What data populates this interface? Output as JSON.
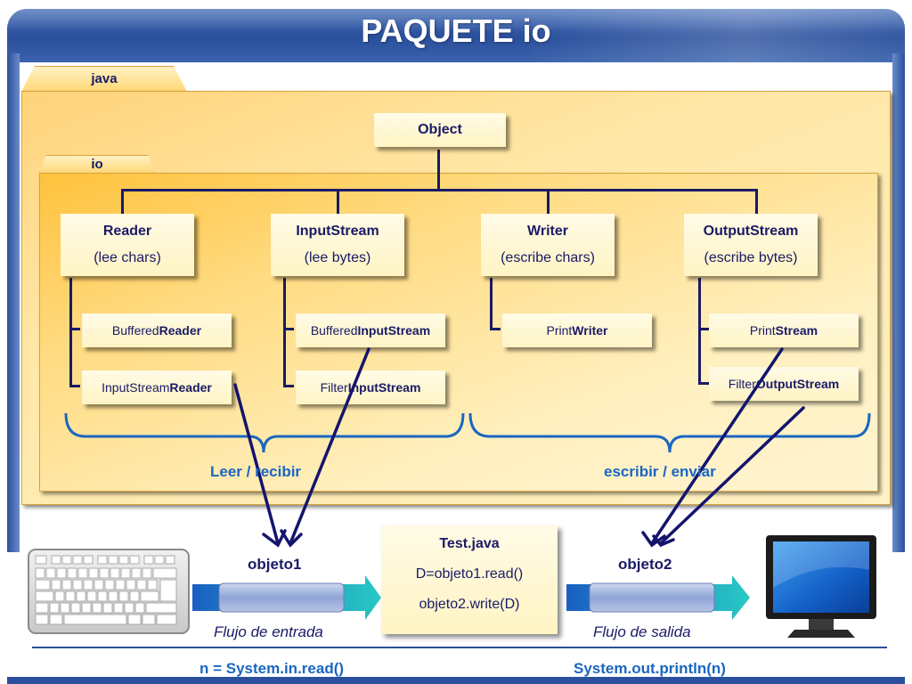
{
  "slide": {
    "title": "PAQUETE io"
  },
  "packages": {
    "java": "java",
    "io": "io"
  },
  "root_class": "Object",
  "base_classes": [
    {
      "name": "Reader",
      "desc": "(lee chars)"
    },
    {
      "name": "InputStream",
      "desc": "(lee  bytes)"
    },
    {
      "name": "Writer",
      "desc": "(escribe chars)"
    },
    {
      "name": "OutputStream",
      "desc": "(escribe bytes)"
    }
  ],
  "sub_classes": [
    {
      "prefix": "Buffered",
      "bold": "Reader"
    },
    {
      "prefix": "InputStream",
      "bold": "Reader"
    },
    {
      "prefix": "Buffered",
      "bold": "InputStream"
    },
    {
      "prefix": "Filter",
      "bold": "InputStream"
    },
    {
      "prefix": "Print",
      "bold": "Writer"
    },
    {
      "prefix": "Print",
      "bold": "Stream"
    },
    {
      "prefix": "Filter",
      "bold": "OutputStream"
    }
  ],
  "groups": {
    "read": "Leer / recibir",
    "write": "escribir / enviar"
  },
  "objects": {
    "left": "objeto1",
    "right": "objeto2"
  },
  "test_note": {
    "title": "Test.java",
    "line1": "D=objeto1.read()",
    "line2": "objeto2.write(D)"
  },
  "flows": {
    "input": "Flujo de entrada",
    "output": "Flujo de salida"
  },
  "code": {
    "input": "n = System.in.read()",
    "output": "System.out.println(n)"
  },
  "colors": {
    "header": "#2a4f9c",
    "text_dark": "#1a1a66",
    "text_blue": "#1a66c2",
    "package": "#ffd774"
  },
  "icons": {
    "input_device": "keyboard-icon",
    "output_device": "monitor-icon"
  }
}
